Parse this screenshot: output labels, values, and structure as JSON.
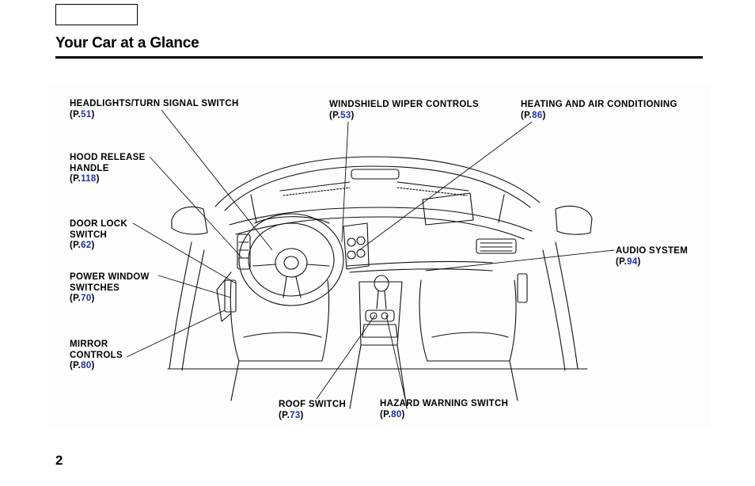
{
  "page": {
    "title": "Your Car at a Glance",
    "page_number": "2"
  },
  "colors": {
    "link": "#1a2fb0",
    "text": "#000000"
  },
  "callouts": [
    {
      "id": "headlights",
      "name": "HEADLIGHTS/TURN  SIGNAL  SWITCH",
      "ref_prefix": "(P.",
      "page": "51",
      "ref_suffix": ")"
    },
    {
      "id": "hood",
      "name": "HOOD RELEASE\nHANDLE",
      "ref_prefix": "(P.",
      "page": "118",
      "ref_suffix": ")"
    },
    {
      "id": "doorlock",
      "name": "DOOR LOCK\nSWITCH",
      "ref_prefix": "(P.",
      "page": "62",
      "ref_suffix": ")"
    },
    {
      "id": "powerwindow",
      "name": "POWER  WINDOW\nSWITCHES",
      "ref_prefix": "(P.",
      "page": "70",
      "ref_suffix": ")"
    },
    {
      "id": "mirror",
      "name": "MIRROR\nCONTROLS",
      "ref_prefix": "(P.",
      "page": "80",
      "ref_suffix": ")"
    },
    {
      "id": "wiper",
      "name": "WINDSHIELD  WIPER  CONTROLS",
      "ref_prefix": "(P.",
      "page": "53",
      "ref_suffix": ")"
    },
    {
      "id": "heating",
      "name": "HEATING  AND  AIR  CONDITIONING",
      "ref_prefix": "(P.",
      "page": "86",
      "ref_suffix": ")"
    },
    {
      "id": "audio",
      "name": "AUDIO  SYSTEM",
      "ref_prefix": "(P.",
      "page": "94",
      "ref_suffix": ")"
    },
    {
      "id": "roof",
      "name": "ROOF SWITCH",
      "ref_prefix": "(P.",
      "page": "73",
      "ref_suffix": ")"
    },
    {
      "id": "hazard",
      "name": "HAZARD  WARNING  SWITCH",
      "ref_prefix": "(P.",
      "page": "80",
      "ref_suffix": ")"
    }
  ]
}
